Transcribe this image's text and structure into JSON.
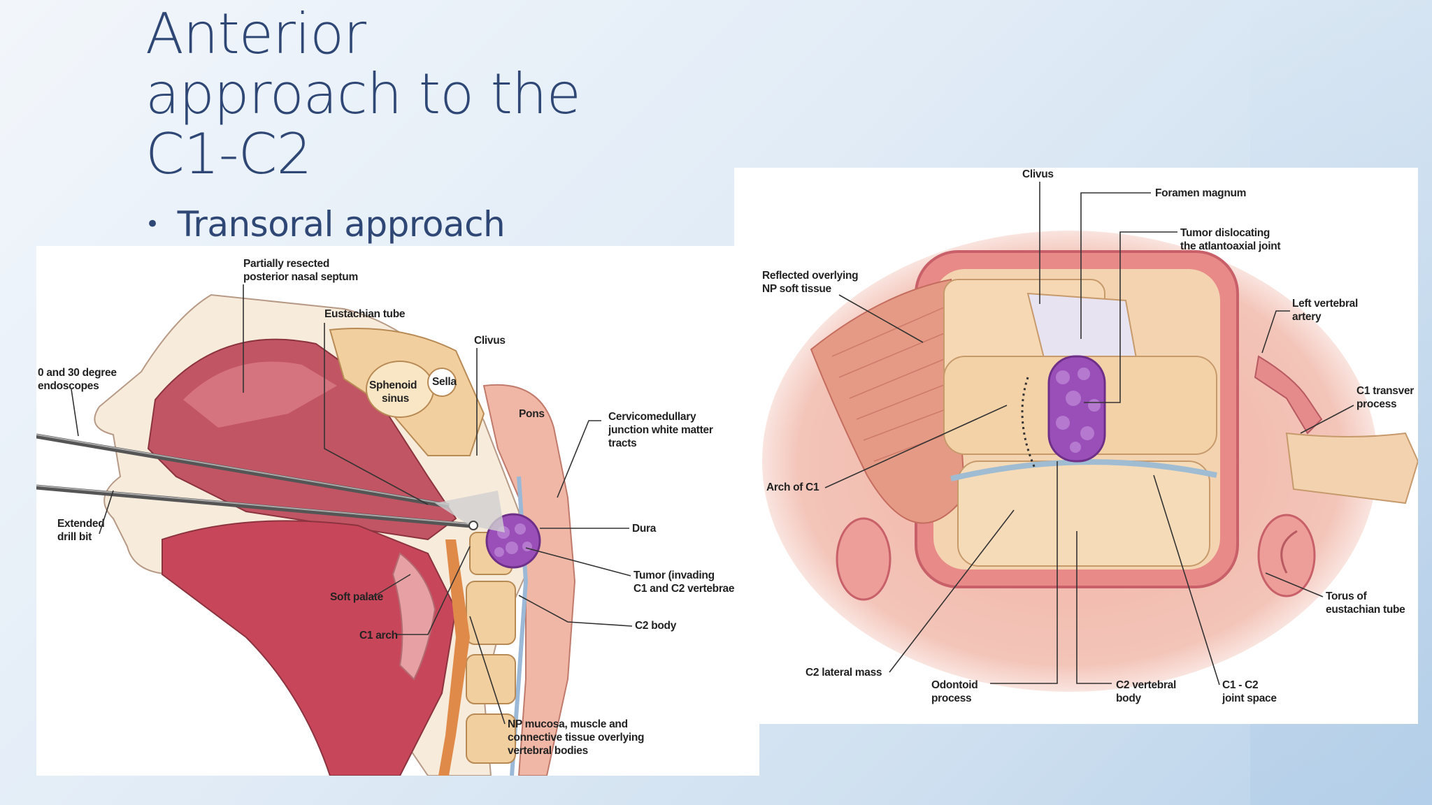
{
  "slide": {
    "title_lines": [
      "Anterior",
      "approach to the",
      "C1-C2"
    ],
    "bullet": "Transoral approach"
  },
  "left_figure": {
    "labels": {
      "septum": [
        "Partially resected",
        "posterior nasal septum"
      ],
      "eustachian": "Eustachian tube",
      "clivus": "Clivus",
      "endoscopes": [
        "0 and 30 degree",
        "endoscopes"
      ],
      "sphenoid": [
        "Sphenoid",
        "sinus"
      ],
      "sella": "Sella",
      "pons": "Pons",
      "cervicomedullary": [
        "Cervicomedullary",
        "junction white matter",
        "tracts"
      ],
      "drill": [
        "Extended",
        "drill bit"
      ],
      "dura": "Dura",
      "tumor": [
        "Tumor (invading",
        "C1 and C2 vertebrae"
      ],
      "soft_palate": "Soft palate",
      "c2_body": "C2 body",
      "c1_arch": "C1 arch",
      "np_mucosa": [
        "NP mucosa, muscle and",
        "connective tissue overlying",
        "vertebral bodies"
      ]
    }
  },
  "right_figure": {
    "labels": {
      "clivus": "Clivus",
      "foramen": "Foramen magnum",
      "tumor": [
        "Tumor dislocating",
        "the atlantoaxial joint"
      ],
      "reflected": [
        "Reflected overlying",
        "NP soft tissue"
      ],
      "left_vertebral": [
        "Left vertebral",
        "artery"
      ],
      "c1_transverse": [
        "C1 transver",
        "process"
      ],
      "arch_c1": "Arch of C1",
      "torus": [
        "Torus of",
        "eustachian tube"
      ],
      "c2_lateral": "C2 lateral mass",
      "odontoid": [
        "Odontoid",
        "process"
      ],
      "c2_vertebral": [
        "C2 vertebral",
        "body"
      ],
      "c1c2_joint": [
        "C1 - C2",
        "joint space"
      ]
    }
  },
  "colors": {
    "title": "#2e4775",
    "tissue_pink": "#d9848a",
    "tissue_dark": "#b9434f",
    "bone": "#f6dcb4",
    "tumor": "#9a4fb8"
  }
}
